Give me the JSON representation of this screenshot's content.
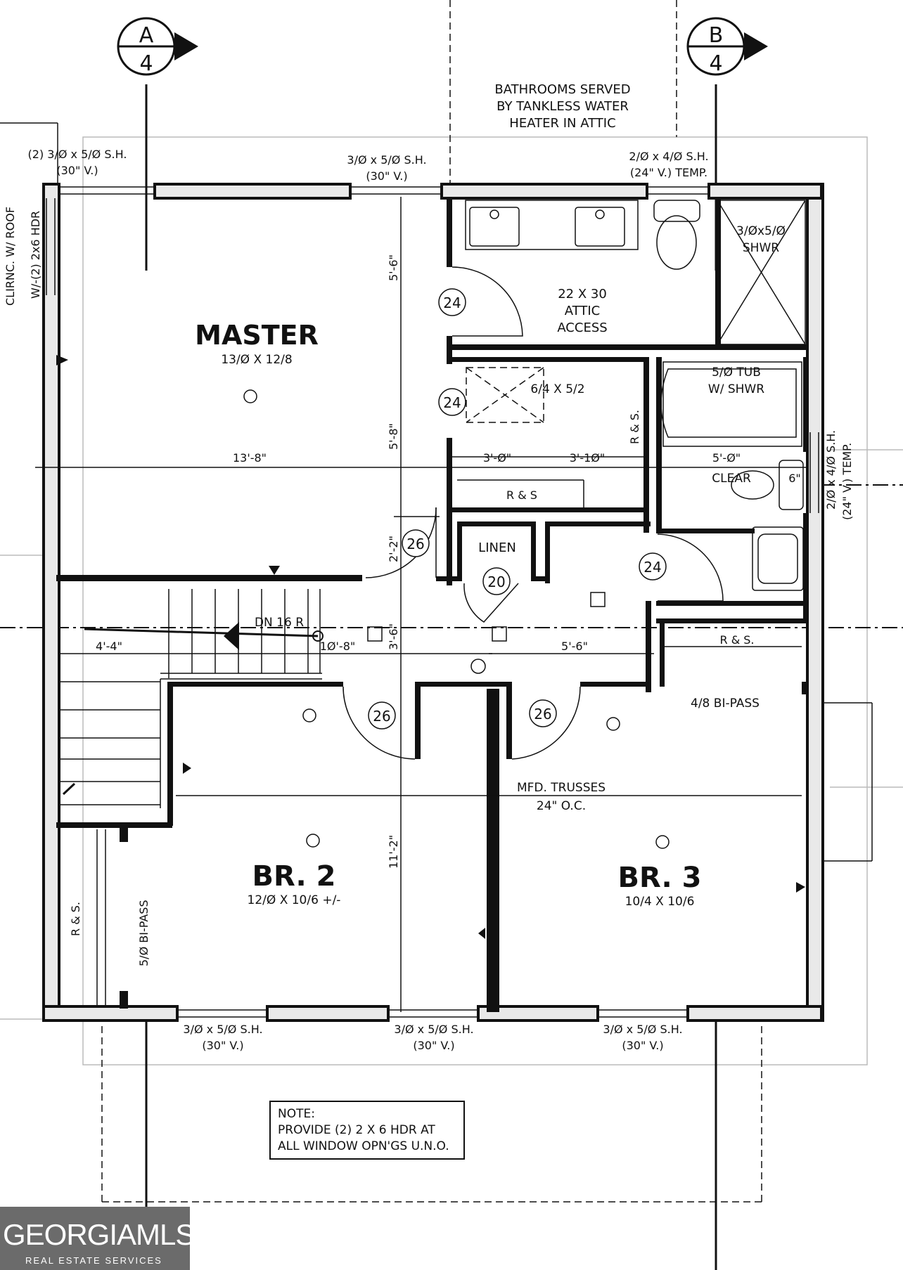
{
  "grid": {
    "a": {
      "letter": "A",
      "sheet": "4"
    },
    "b": {
      "letter": "B",
      "sheet": "4"
    }
  },
  "notes": {
    "bath_heater": [
      "BATHROOMS SERVED",
      "BY TANKLESS WATER",
      "HEATER IN ATTIC"
    ],
    "attic_access": [
      "22 X 30",
      "ATTIC",
      "ACCESS"
    ],
    "provide_hdr": [
      "NOTE:",
      "PROVIDE (2) 2 X 6 HDR AT",
      "ALL WINDOW OPN'GS U.N.O."
    ],
    "side_note": "CLIRNC. W/ ROOF",
    "side_hdr": "W/-(2) 2x6 HDR"
  },
  "windows": {
    "w1": [
      "(2) 3/Ø x 5/Ø S.H.",
      "(30\" V.)"
    ],
    "w2": [
      "3/Ø x 5/Ø S.H.",
      "(30\" V.)"
    ],
    "w3": [
      "2/Ø x 4/Ø S.H.",
      "(24\" V.) TEMP."
    ],
    "w4": [
      "3/Ø x 5/Ø S.H.",
      "(30\" V.)"
    ],
    "w5": [
      "3/Ø x 5/Ø S.H.",
      "(30\" V.)"
    ],
    "w6": [
      "3/Ø x 5/Ø S.H.",
      "(30\" V.)"
    ],
    "w7": [
      "2/Ø x 4/Ø S.H.",
      "(24\" V.) TEMP."
    ]
  },
  "rooms": {
    "master": {
      "name": "MASTER",
      "size": "13/Ø X 12/8"
    },
    "br2": {
      "name": "BR. 2",
      "size": "12/Ø X 10/6 +/-"
    },
    "br3": {
      "name": "BR. 3",
      "size": "10/4 X 10/6"
    },
    "shower": {
      "name": "3/Øx5/Ø",
      "sub": "SHWR"
    },
    "tub": {
      "name": "5/Ø TUB",
      "sub": "W/ SHWR"
    },
    "linen": "LINEN",
    "closet": "6/4 X 5/2"
  },
  "dims": {
    "d1": "5'-6\"",
    "d2": "5'-8\"",
    "d3": "13'-8\"",
    "d4": "3'-Ø\"",
    "d5": "3'-1Ø\"",
    "d6": "5'-Ø\"",
    "d7": "6\"",
    "d8": "2'-2\"",
    "d9": "4'-4\"",
    "d10": "1Ø'-8\"",
    "d11": "3'-6\"",
    "d12": "5'-6\"",
    "d13": "11'-2\""
  },
  "misc": {
    "clear": "CLEAR",
    "rs1": "R & S.",
    "rs2": "R & S",
    "rs3": "R & S.",
    "rs4": "R & S.",
    "bipass1": "4/8 BI-PASS",
    "bipass2": "5/Ø BI-PASS",
    "stairs": "DN 16 R",
    "trusses": "MFD. TRUSSES",
    "trusses_oc": "24\" O.C."
  },
  "doors": {
    "d24a": "24",
    "d24b": "24",
    "d26a": "26",
    "d20": "20",
    "d24c": "24",
    "d26b": "26",
    "d26c": "26"
  },
  "logo": {
    "main": "GEORGIAMLS",
    "sub": "REAL ESTATE SERVICES"
  }
}
